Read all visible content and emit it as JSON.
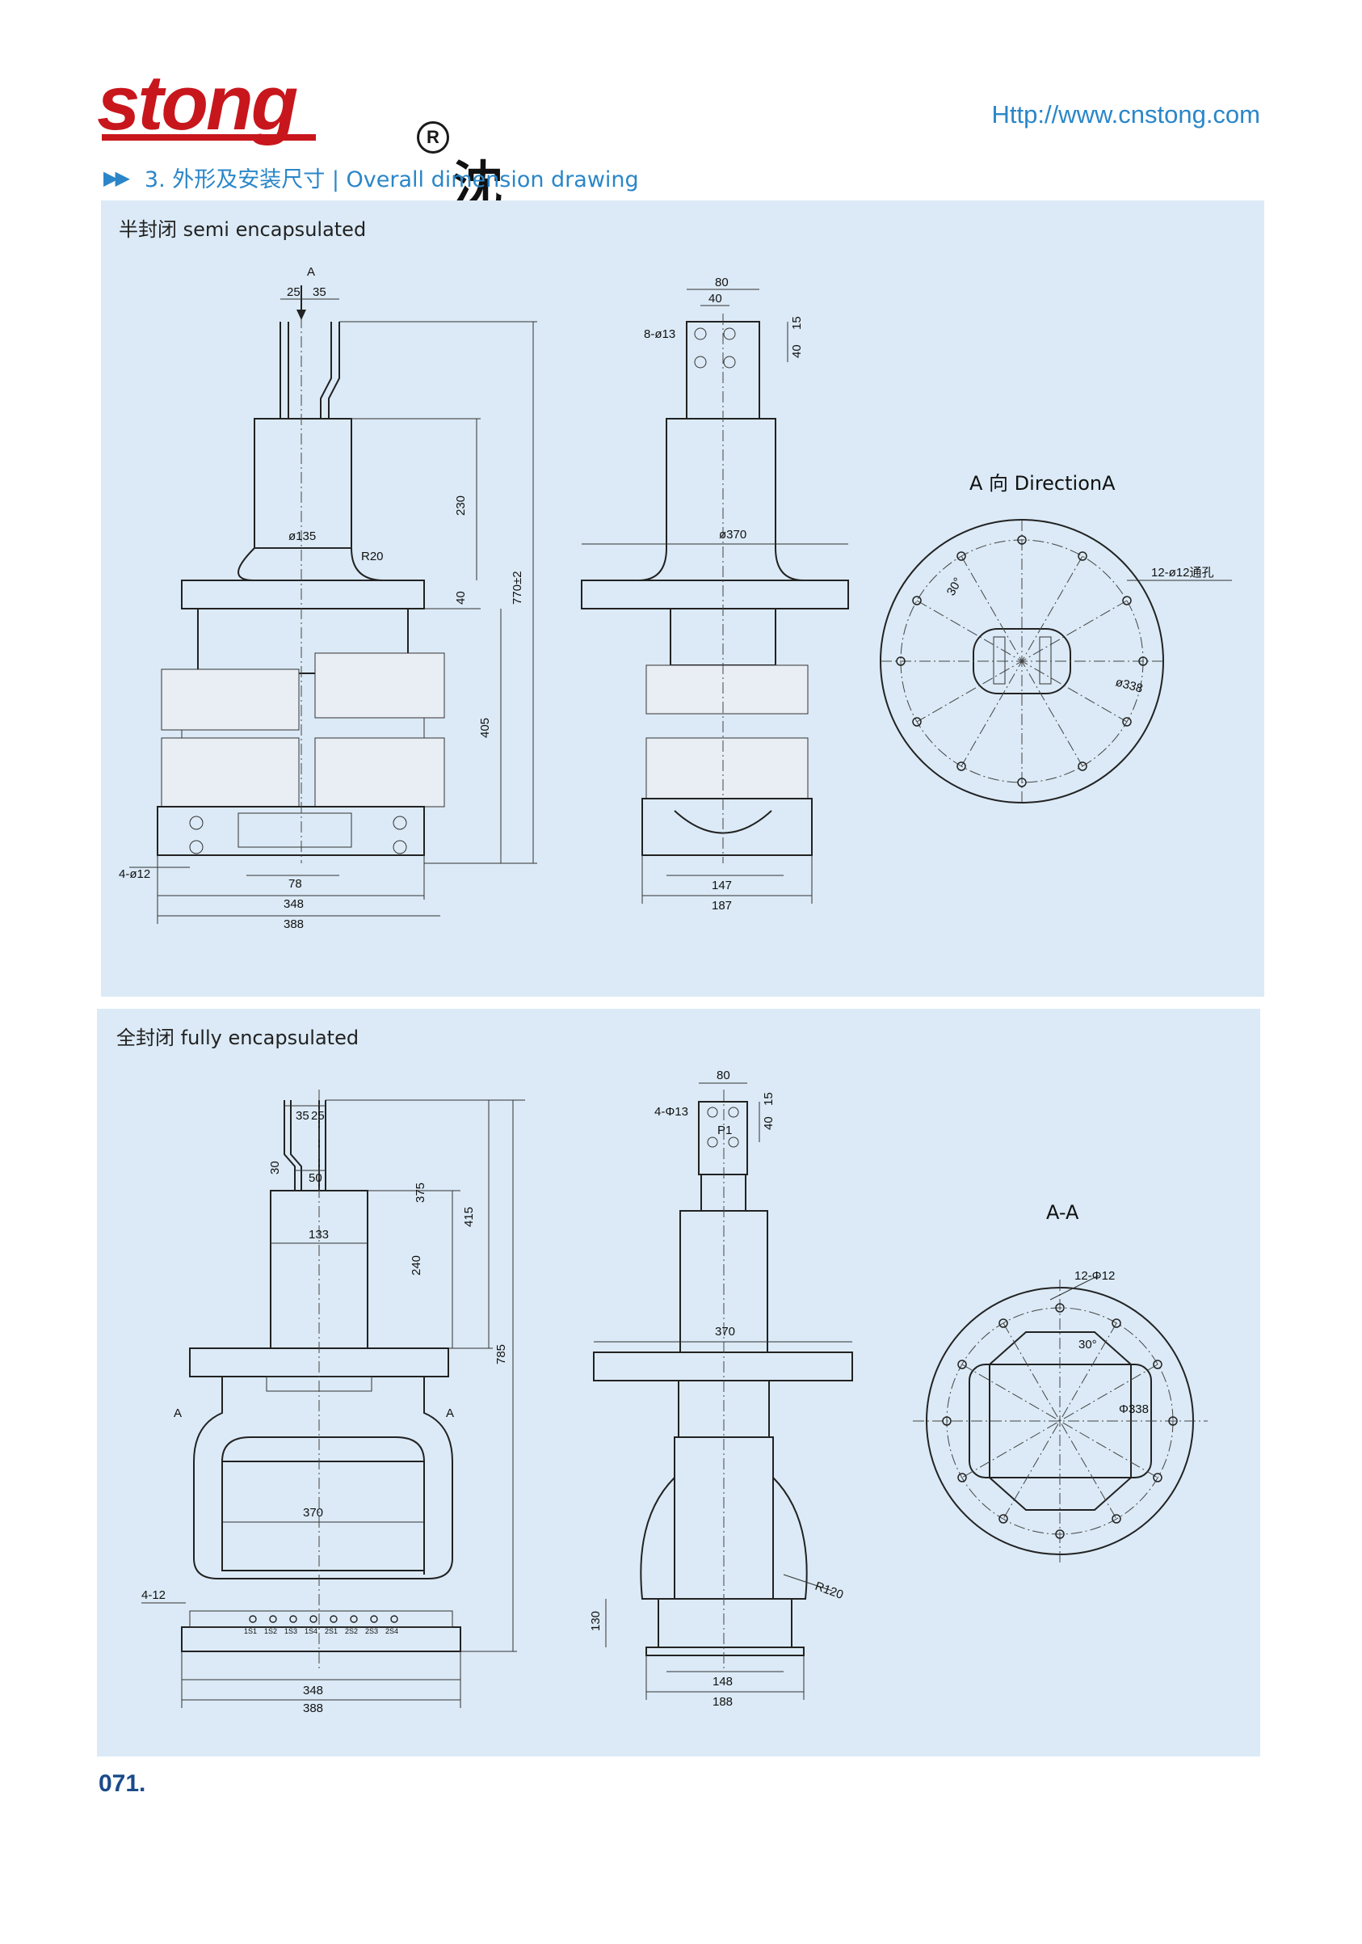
{
  "header": {
    "logo_latin": "stong",
    "logo_reg": "R",
    "logo_cn": "沈通",
    "website": "Http://www.cnstong.com"
  },
  "section": {
    "arrows": "▶▶",
    "title": "3. 外形及安装尺寸 | Overall dimension drawing"
  },
  "semi": {
    "label": "半封闭 semi encapsulated",
    "front": {
      "arrow_label": "A",
      "dims": [
        "25",
        "35",
        "230",
        "ø135",
        "R20",
        "40",
        "770±2",
        "405",
        "4-ø12",
        "78",
        "348",
        "388"
      ]
    },
    "side": {
      "dims": [
        "80",
        "40",
        "15",
        "40",
        "8-ø13",
        "ø370",
        "147",
        "187"
      ]
    },
    "direction": {
      "label": "A 向 DirectionA",
      "holes": "12-ø12通孔",
      "angle": "30°",
      "dia": "ø338"
    }
  },
  "full": {
    "label": "全封闭 fully encapsulated",
    "front": {
      "dims": [
        "35",
        "25",
        "30",
        "50",
        "133",
        "240",
        "375",
        "415",
        "785",
        "A",
        "A",
        "370",
        "4-12",
        "348",
        "388"
      ],
      "terminals": [
        "1S1",
        "1S2",
        "1S3",
        "1S4",
        "2S1",
        "2S2",
        "2S3",
        "2S4"
      ]
    },
    "side": {
      "dims": [
        "80",
        "4-Φ13",
        "40",
        "15",
        "P1",
        "370",
        "130",
        "R120",
        "148",
        "188"
      ]
    },
    "section": {
      "label": "A-A",
      "holes": "12-Φ12",
      "angle": "30°",
      "dia": "Φ338"
    }
  },
  "page_number": "071."
}
